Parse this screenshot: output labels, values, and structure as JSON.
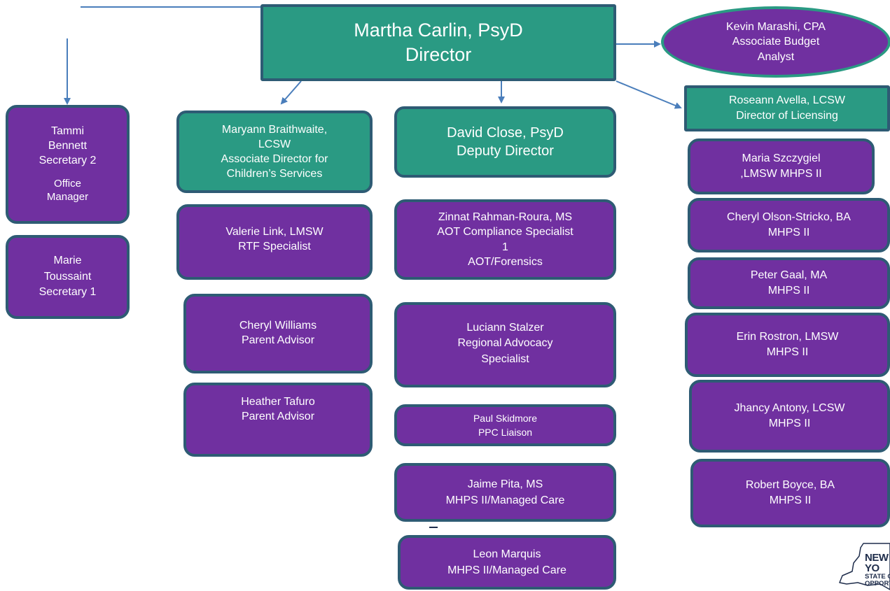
{
  "colors": {
    "purple_fill": "#7030a0",
    "teal_fill": "#2a9a83",
    "box_border": "#2e5b74",
    "arrow": "#4a7ebb",
    "text": "#ffffff"
  },
  "director": {
    "line1": "Martha Carlin, PsyD",
    "line2": "Director"
  },
  "budget": {
    "line1": "Kevin Marashi, CPA",
    "line2": "Associate Budget",
    "line3": "Analyst"
  },
  "admin": [
    {
      "line1": "Tammi",
      "line2": "Bennett",
      "line3": "Secretary 2",
      "line4": "Office",
      "line5": "Manager"
    },
    {
      "line1": "Marie",
      "line2": "Toussaint",
      "line3": "Secretary 1"
    }
  ],
  "children_services": {
    "head": {
      "line1": "Maryann Braithwaite,",
      "line2": "LCSW",
      "line3": "Associate Director for",
      "line4": "Children’s Services"
    },
    "staff": [
      {
        "line1": "Valerie Link, LMSW",
        "line2": "RTF Specialist"
      },
      {
        "line1": "Cheryl Williams",
        "line2": "Parent Advisor"
      },
      {
        "line1": "Heather Tafuro",
        "line2": "Parent Advisor"
      }
    ]
  },
  "deputy": {
    "head": {
      "line1": "David Close, PsyD",
      "line2": "Deputy Director"
    },
    "staff": [
      {
        "line1": "Zinnat Rahman-Roura, MS",
        "line2": "AOT Compliance Specialist",
        "line3": "1",
        "line4": "AOT/Forensics"
      },
      {
        "line1": "Luciann Stalzer",
        "line2": "Regional Advocacy",
        "line3": "Specialist"
      },
      {
        "line1": "Paul Skidmore",
        "line2": "PPC Liaison"
      },
      {
        "line1": "Jaime Pita, MS",
        "line2": "MHPS II/Managed Care"
      },
      {
        "line1": "Leon Marquis",
        "line2": "MHPS II/Managed Care"
      }
    ]
  },
  "licensing": {
    "head": {
      "line1": "Roseann Avella, LCSW",
      "line2": "Director of Licensing"
    },
    "staff": [
      {
        "line1": "Maria Szczygiel",
        "line2": ",LMSW MHPS II"
      },
      {
        "line1": "Cheryl Olson-Stricko, BA",
        "line2": "MHPS II"
      },
      {
        "line1": "Peter Gaal, MA",
        "line2": "MHPS II"
      },
      {
        "line1": "Erin Rostron, LMSW",
        "line2": "MHPS II"
      },
      {
        "line1": "Jhancy Antony, LCSW",
        "line2": "MHPS II"
      },
      {
        "line1": "Robert Boyce, BA",
        "line2": "MHPS II"
      }
    ]
  },
  "logo": {
    "line1": "NEW YO",
    "line2": "STATE OF",
    "line3": "OPPORTUN"
  }
}
